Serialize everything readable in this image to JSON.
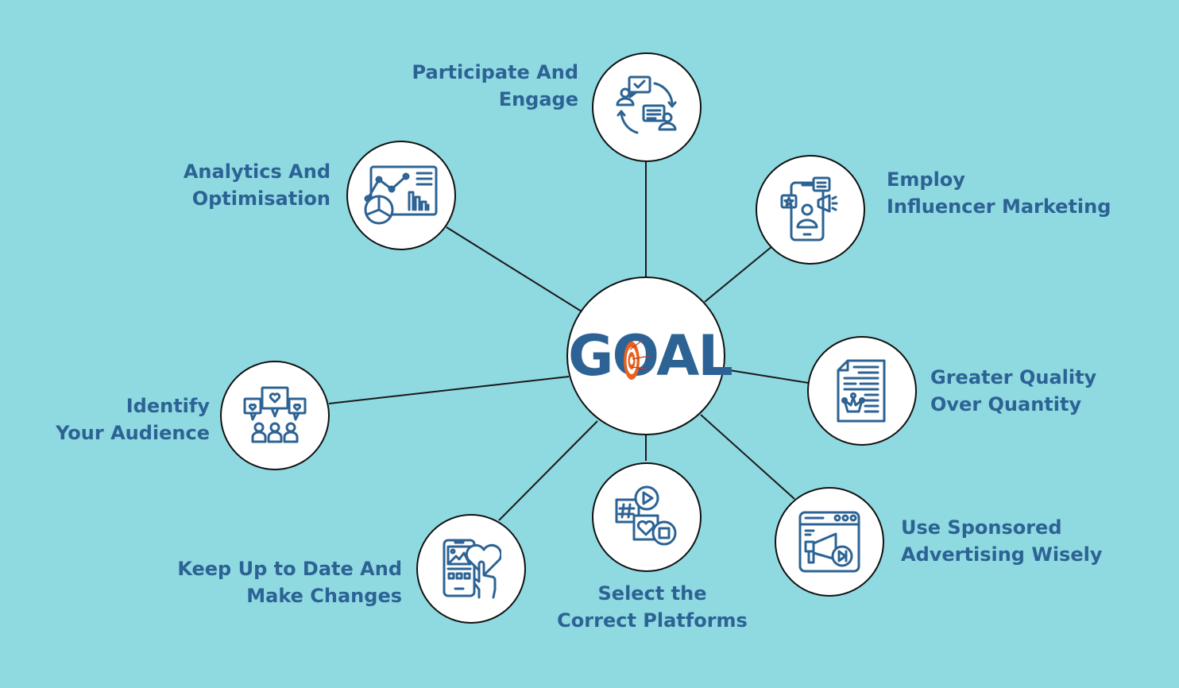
{
  "colors": {
    "background": "#8fd9e1",
    "text": "#2c6394",
    "icon_stroke": "#2c6394",
    "node_fill": "#ffffff",
    "node_border": "#111111",
    "connector": "#1a1a1a",
    "target_orange": "#e8621e"
  },
  "center": {
    "title": "GOAL",
    "icon": "target-icon"
  },
  "nodes": [
    {
      "id": "participate",
      "lines": [
        "Participate And",
        "Engage"
      ],
      "icon": "conversation-cycle-icon"
    },
    {
      "id": "analytics",
      "lines": [
        "Analytics And",
        "Optimisation"
      ],
      "icon": "analytics-dashboard-icon"
    },
    {
      "id": "influencer",
      "lines": [
        "Employ",
        "Influencer Marketing"
      ],
      "icon": "influencer-phone-icon"
    },
    {
      "id": "quality",
      "lines": [
        "Greater Quality",
        "Over Quantity"
      ],
      "icon": "document-crown-icon"
    },
    {
      "id": "sponsored",
      "lines": [
        "Use Sponsored",
        "Advertising Wisely"
      ],
      "icon": "browser-megaphone-icon"
    },
    {
      "id": "platforms",
      "lines": [
        "Select the",
        "Correct Platforms"
      ],
      "icon": "social-platforms-icon"
    },
    {
      "id": "update",
      "lines": [
        "Keep Up to Date And",
        "Make Changes"
      ],
      "icon": "phone-like-icon"
    },
    {
      "id": "audience",
      "lines": [
        "Identify",
        "Your Audience"
      ],
      "icon": "audience-hearts-icon"
    }
  ]
}
